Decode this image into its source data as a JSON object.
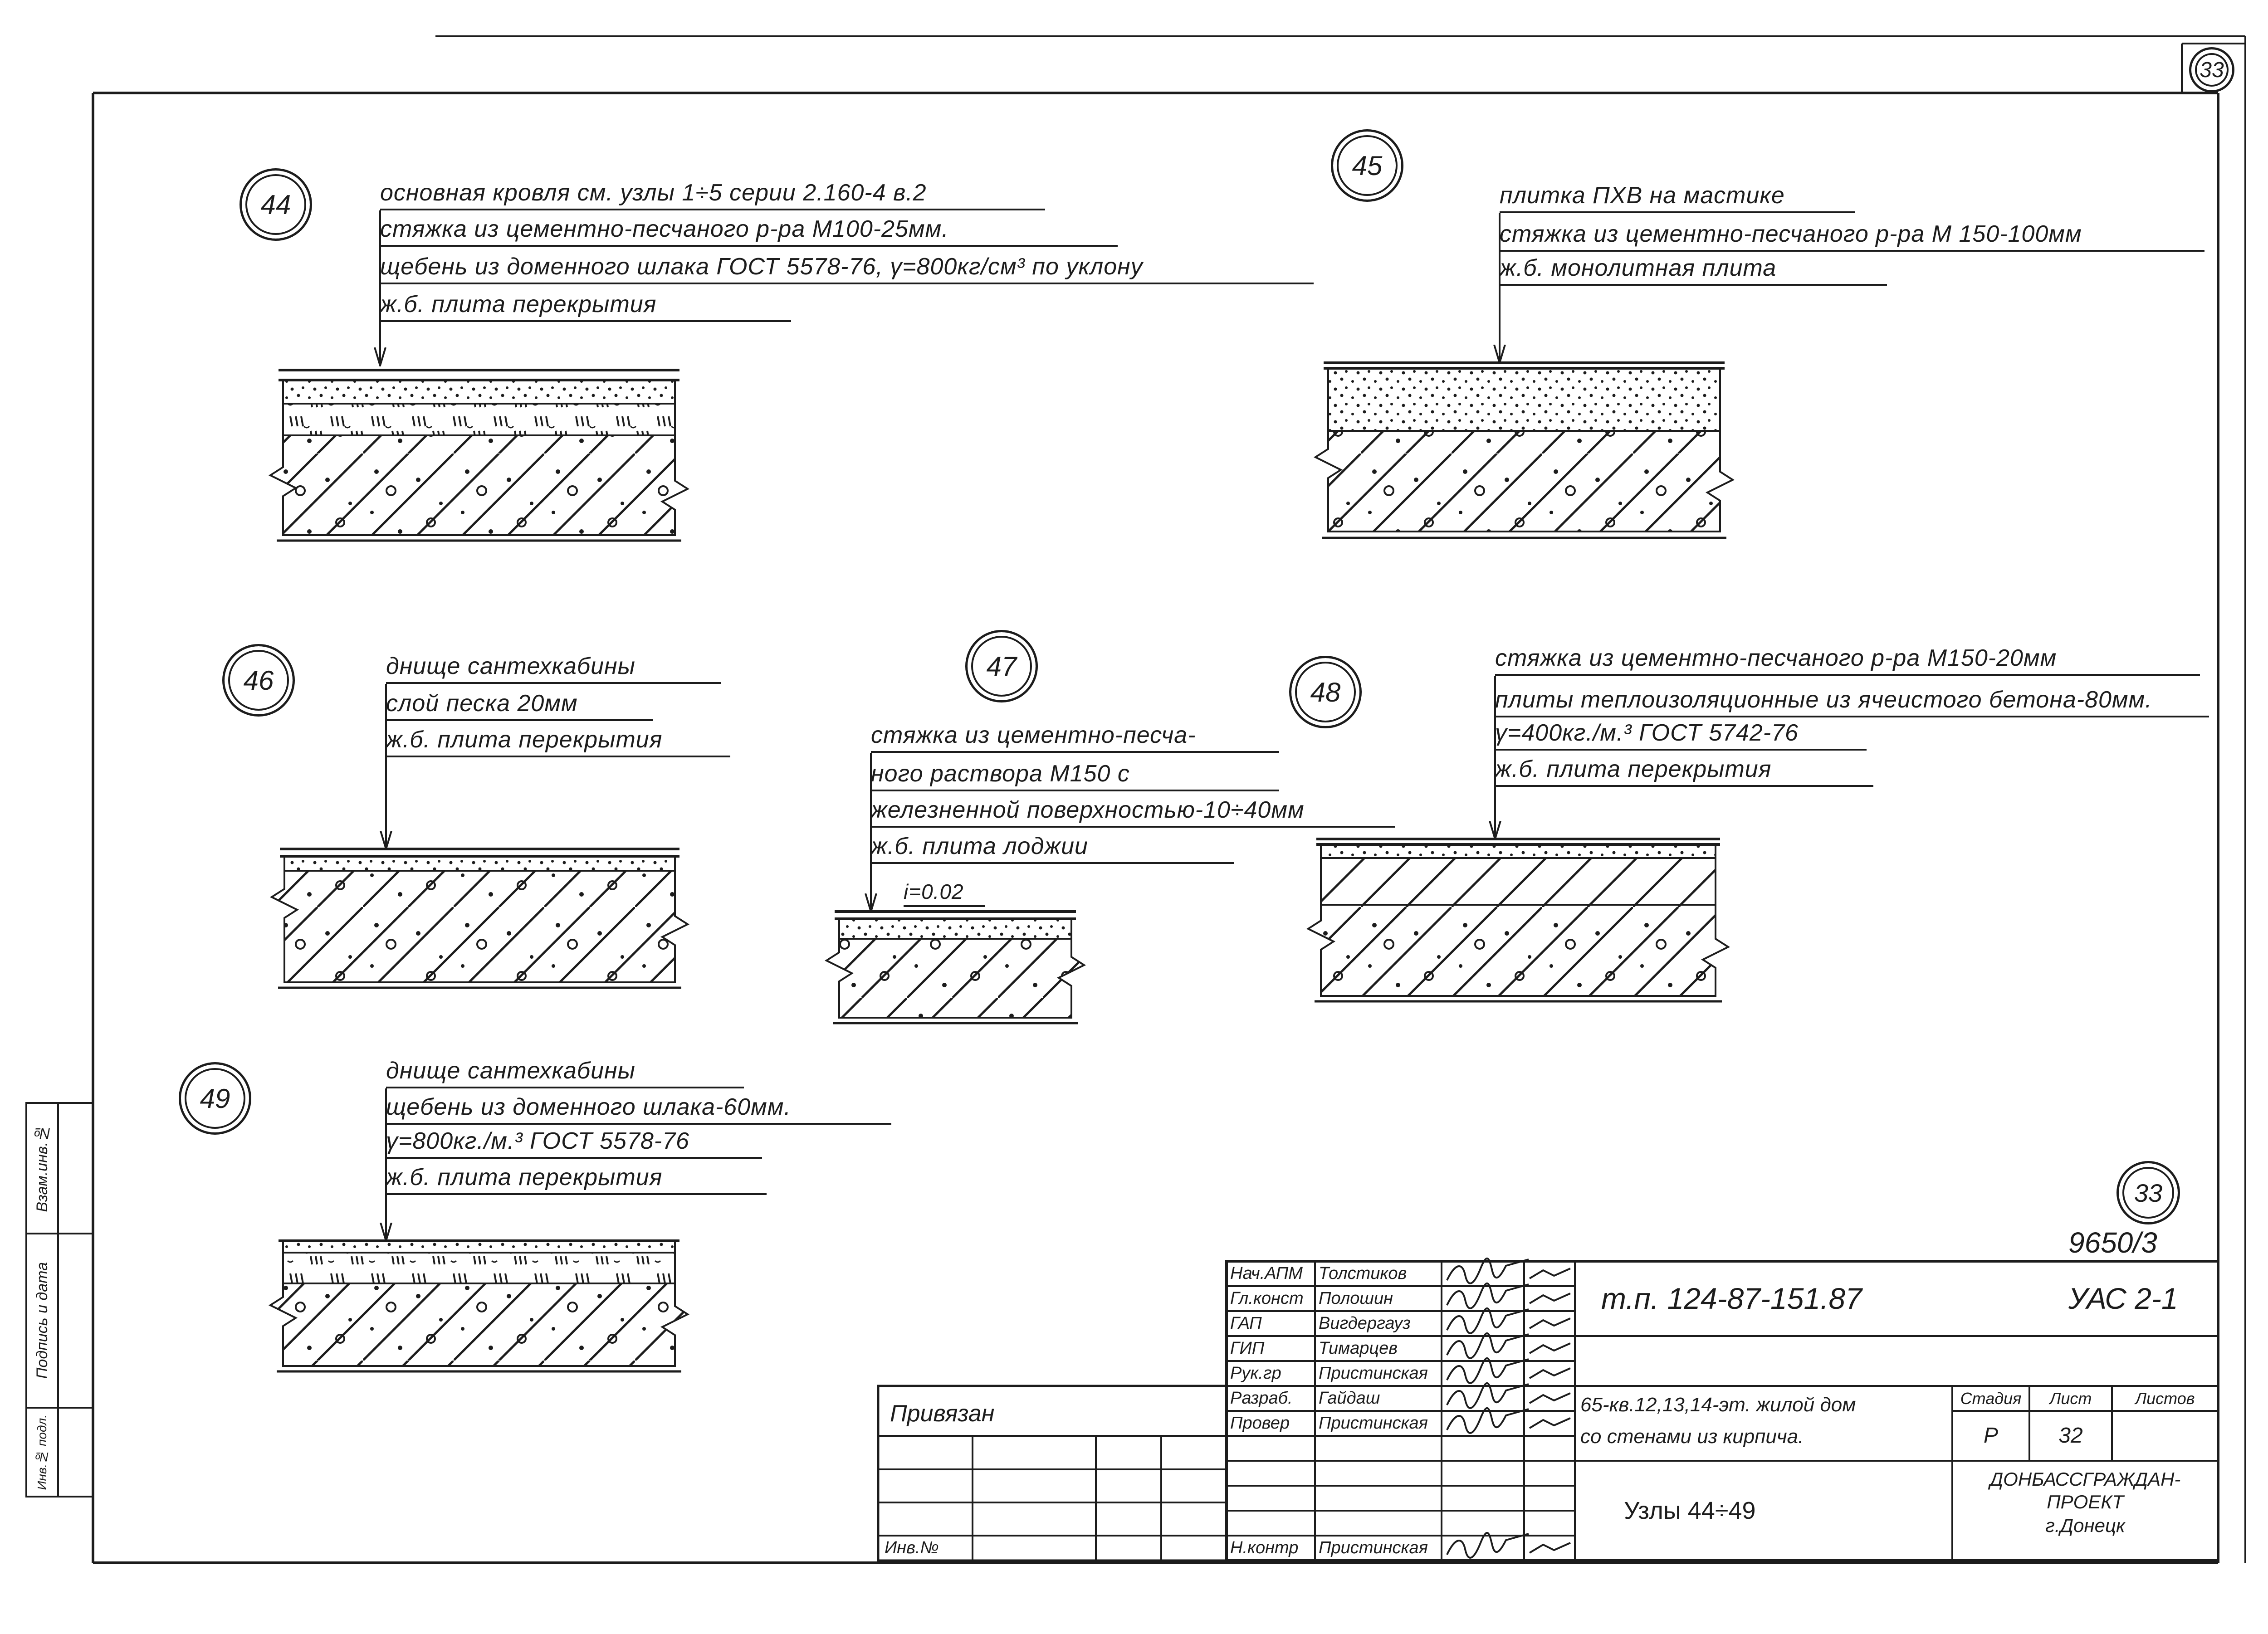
{
  "colors": {
    "ink": "#1c1c1c",
    "paper": "#ffffff"
  },
  "corner_sheet_number": "33",
  "sheet_mark": "33",
  "archive_code": "9650/3",
  "details": [
    {
      "number": "44",
      "labels": [
        "основная кровля   см. узлы 1÷5 серии 2.160-4 в.2",
        "стяжка из цементно-песчаного р-ра М100-25мм.",
        "щебень из доменного шлака ГОСТ 5578-76, γ=800кг/см³ по уклону",
        "ж.б. плита перекрытия"
      ]
    },
    {
      "number": "45",
      "labels": [
        "плитка ПХВ на мастике",
        "стяжка из цементно-песчаного р-ра М 150-100мм",
        "ж.б. монолитная плита"
      ]
    },
    {
      "number": "46",
      "labels": [
        "днище сантехкабины",
        "слой песка 20мм",
        "ж.б. плита перекрытия"
      ]
    },
    {
      "number": "47",
      "labels": [
        "стяжка из цементно-песча-",
        "ного раствора М150 с",
        "железненной поверхностью-10÷40мм",
        "ж.б. плита лоджии"
      ],
      "slope": "i=0.02"
    },
    {
      "number": "48",
      "labels": [
        "стяжка из цементно-песчаного р-ра М150-20мм",
        "плиты теплоизоляционные из ячеистого бетона-80мм.",
        "γ=400кг./м.³ ГОСТ 5742-76",
        "ж.б. плита перекрытия"
      ]
    },
    {
      "number": "49",
      "labels": [
        "днище сантехкабины",
        "щебень из доменного шлака-60мм.",
        "γ=800кг./м.³ ГОСТ 5578-76",
        "ж.б. плита перекрытия"
      ]
    }
  ],
  "title_block": {
    "roles": [
      {
        "role": "Нач.АПМ",
        "name": "Толстиков"
      },
      {
        "role": "Гл.конст",
        "name": "Полошин"
      },
      {
        "role": "ГАП",
        "name": "Вигдергауз"
      },
      {
        "role": "ГИП",
        "name": "Тимарцев"
      },
      {
        "role": "Рук.гр",
        "name": "Пристинская"
      },
      {
        "role": "Разраб.",
        "name": "Гайдаш"
      },
      {
        "role": "Провер",
        "name": "Пристинская"
      }
    ],
    "norm_control": {
      "role": "Н.контр",
      "name": "Пристинская"
    },
    "designation": "т.п. 124-87-151.87",
    "sheet_code": "УАС 2-1",
    "object_line1": "65-кв.12,13,14-эт. жилой дом",
    "object_line2": "со стенами из кирпича.",
    "stage_header": "Стадия",
    "sheet_header": "Лист",
    "sheets_header": "Листов",
    "stage": "Р",
    "sheet": "32",
    "drawing_title": "Узлы 44÷49",
    "organization_line1": "ДОНБАССГРАЖДАН-",
    "organization_line2": "ПРОЕКТ",
    "city": "г.Донецк"
  },
  "binding_block": {
    "label": "Привязан",
    "inv_label": "Инв.№"
  },
  "side_stamp": {
    "replaced_inv": "Взам.инв.№",
    "signature_date": "Подпись и дата",
    "original_inv": "Инв.№ подл."
  }
}
